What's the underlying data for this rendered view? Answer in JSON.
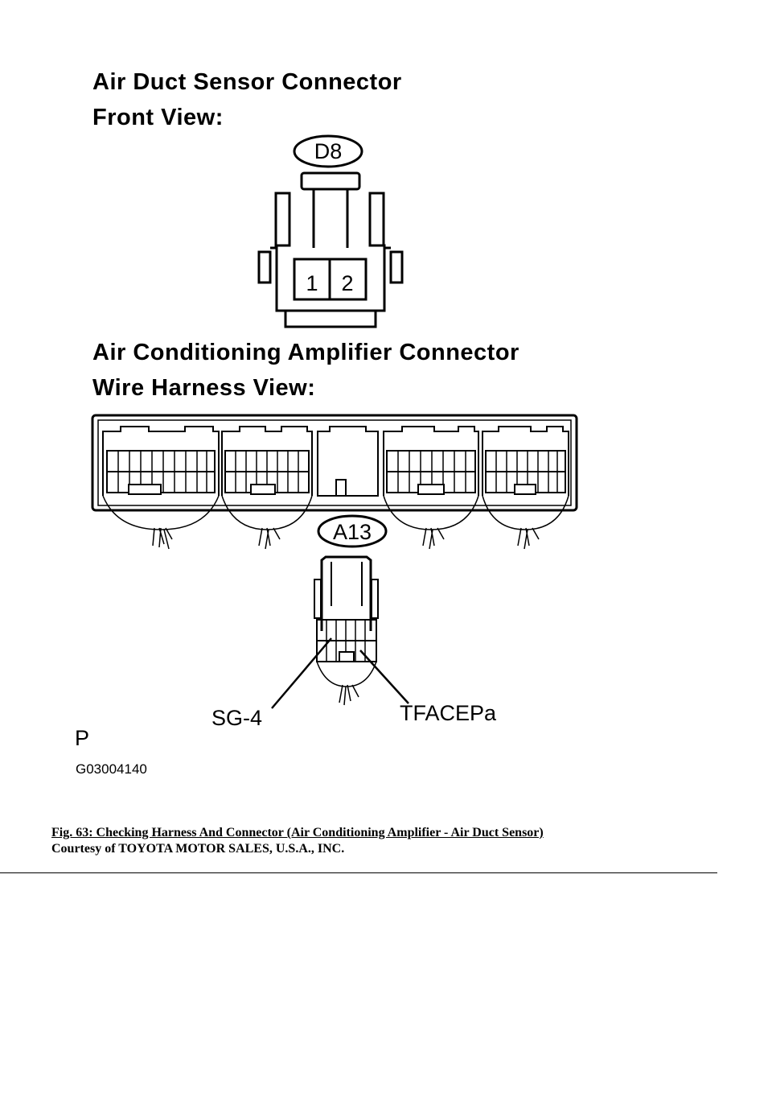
{
  "diagram": {
    "sensor_heading": "Air Duct Sensor Connector",
    "sensor_view": "Front View:",
    "sensor_connector_id": "D8",
    "sensor_pins": [
      "1",
      "2"
    ],
    "amp_heading": "Air Conditioning Amplifier Connector",
    "amp_view": "Wire Harness View:",
    "amp_connector_id": "A13",
    "terminal_left": "SG-4",
    "terminal_right": "TFACEPa",
    "corner_letter": "P",
    "graphic_code": "G03004140"
  },
  "caption": {
    "title": "Fig. 63: Checking Harness And Connector (Air Conditioning Amplifier - Air Duct Sensor)",
    "credit": "Courtesy of TOYOTA MOTOR SALES, U.S.A., INC."
  }
}
